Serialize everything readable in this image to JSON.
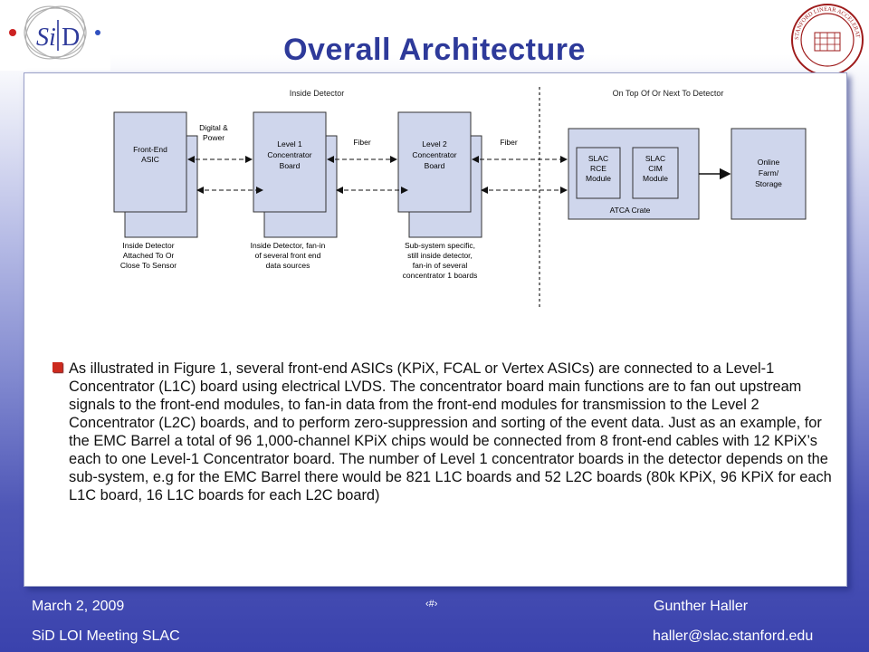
{
  "slide": {
    "title": "Overall Architecture",
    "body": "As illustrated in Figure 1, several front-end ASICs (KPiX, FCAL or Vertex ASICs) are connected to a Level-1 Concentrator (L1C) board using electrical LVDS. The concentrator board main functions are to fan out upstream signals to the front-end modules, to fan-in data from the front-end modules for transmission to the Level 2 Concentrator (L2C) boards, and to perform zero-suppression and sorting of the event data. Just as an example, for the EMC Barrel a total of 96 1,000-channel KPiX chips would be connected from 8 front-end cables with 12 KPiX’s each to one Level-1 Concentrator board. The number of Level 1 concentrator boards in the detector depends on the sub-system, e.g for the EMC Barrel there would be 821 L1C boards and 52 L2C boards (80k KPiX, 96 KPiX for each L1C board, 16 L1C boards for each L2C board)"
  },
  "logos": {
    "sid_text_s": "Si",
    "sid_text_d": "D",
    "slac_seal": "STANFORD LINEAR ACCELERATOR CENTER"
  },
  "diagram": {
    "region_inside": "Inside Detector",
    "region_outside": "On Top Of Or Next To Detector",
    "front_end": [
      "Front-End",
      "ASIC"
    ],
    "l1": [
      "Level 1",
      "Concentrator",
      "Board"
    ],
    "l2": [
      "Level 2",
      "Concentrator",
      "Board"
    ],
    "rce": [
      "SLAC",
      "RCE",
      "Module"
    ],
    "cim": [
      "SLAC",
      "CIM",
      "Module"
    ],
    "atca": "ATCA Crate",
    "farm": [
      "Online",
      "Farm/",
      "Storage"
    ],
    "link1": [
      "Digital &",
      "Power"
    ],
    "link2": "Fiber",
    "link3": "Fiber",
    "note1": [
      "Inside Detector",
      "Attached To Or",
      "Close To Sensor"
    ],
    "note2": [
      "Inside Detector, fan-in",
      "of several front end",
      "data sources"
    ],
    "note3": [
      "Sub-system specific,",
      "still inside detector,",
      "fan-in of several",
      "concentrator 1 boards"
    ]
  },
  "footer": {
    "date": "March 2, 2009",
    "page": "‹#›",
    "author": "Gunther Haller",
    "meeting": "SiD LOI Meeting SLAC",
    "email": "haller@slac.stanford.edu"
  },
  "colors": {
    "title": "#2e3a9a",
    "box_fill": "#cfd6ec",
    "bullet": "#cc2a1e"
  }
}
